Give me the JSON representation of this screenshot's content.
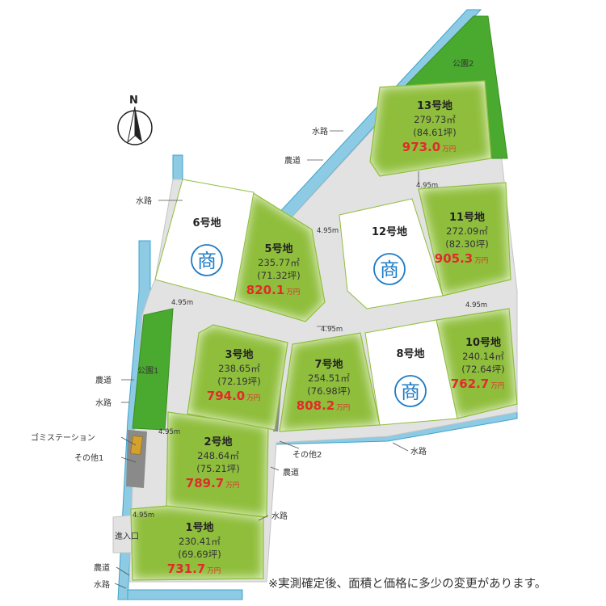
{
  "colors": {
    "water": "#8ccbe3",
    "water_edge": "#3fa3cc",
    "road": "#e2e2e2",
    "road_edge": "#c4c4c4",
    "lot_fill": "#fbfdf2",
    "lot_edge": "#8fbe3c",
    "park": "#4aaa2f",
    "park_edge": "#3a8c22",
    "price": "#e12b2b",
    "commercial": "#1e7bc6",
    "other_gray": "#8a8a8a",
    "garbage": "#d4a12c"
  },
  "lots": [
    {
      "id": "lot-1",
      "name": "1号地",
      "area": "230.41㎡",
      "tsubo": "(69.69坪)",
      "price": "731.7",
      "unit": "万円"
    },
    {
      "id": "lot-2",
      "name": "2号地",
      "area": "248.64㎡",
      "tsubo": "(75.21坪)",
      "price": "789.7",
      "unit": "万円"
    },
    {
      "id": "lot-3",
      "name": "3号地",
      "area": "238.65㎡",
      "tsubo": "(72.19坪)",
      "price": "794.0",
      "unit": "万円"
    },
    {
      "id": "lot-5",
      "name": "5号地",
      "area": "235.77㎡",
      "tsubo": "(71.32坪)",
      "price": "820.1",
      "unit": "万円"
    },
    {
      "id": "lot-7",
      "name": "7号地",
      "area": "254.51㎡",
      "tsubo": "(76.98坪)",
      "price": "808.2",
      "unit": "万円"
    },
    {
      "id": "lot-10",
      "name": "10号地",
      "area": "240.14㎡",
      "tsubo": "(72.64坪)",
      "price": "762.7",
      "unit": "万円"
    },
    {
      "id": "lot-11",
      "name": "11号地",
      "area": "272.09㎡",
      "tsubo": "(82.30坪)",
      "price": "905.3",
      "unit": "万円"
    },
    {
      "id": "lot-13",
      "name": "13号地",
      "area": "279.73㎡",
      "tsubo": "(84.61坪)",
      "price": "973.0",
      "unit": "万円"
    }
  ],
  "commercial_lots": [
    {
      "id": "lot-6",
      "name": "6号地",
      "mark": "商"
    },
    {
      "id": "lot-8",
      "name": "8号地",
      "mark": "商"
    },
    {
      "id": "lot-12",
      "name": "12号地",
      "mark": "商"
    }
  ],
  "labels": {
    "park1": "公園1",
    "park2": "公園2",
    "waterway": "水路",
    "farm_road": "農道",
    "garbage_station": "ゴミステーション",
    "other1": "その他1",
    "other2": "その他2",
    "entrance": "進入口",
    "north": "N"
  },
  "road_widths": [
    "4.95m",
    "4.95m",
    "4.95m",
    "4.95m",
    "4.95m",
    "4.95m"
  ],
  "note": "※実測確定後、面積と価格に多少の変更があります。"
}
